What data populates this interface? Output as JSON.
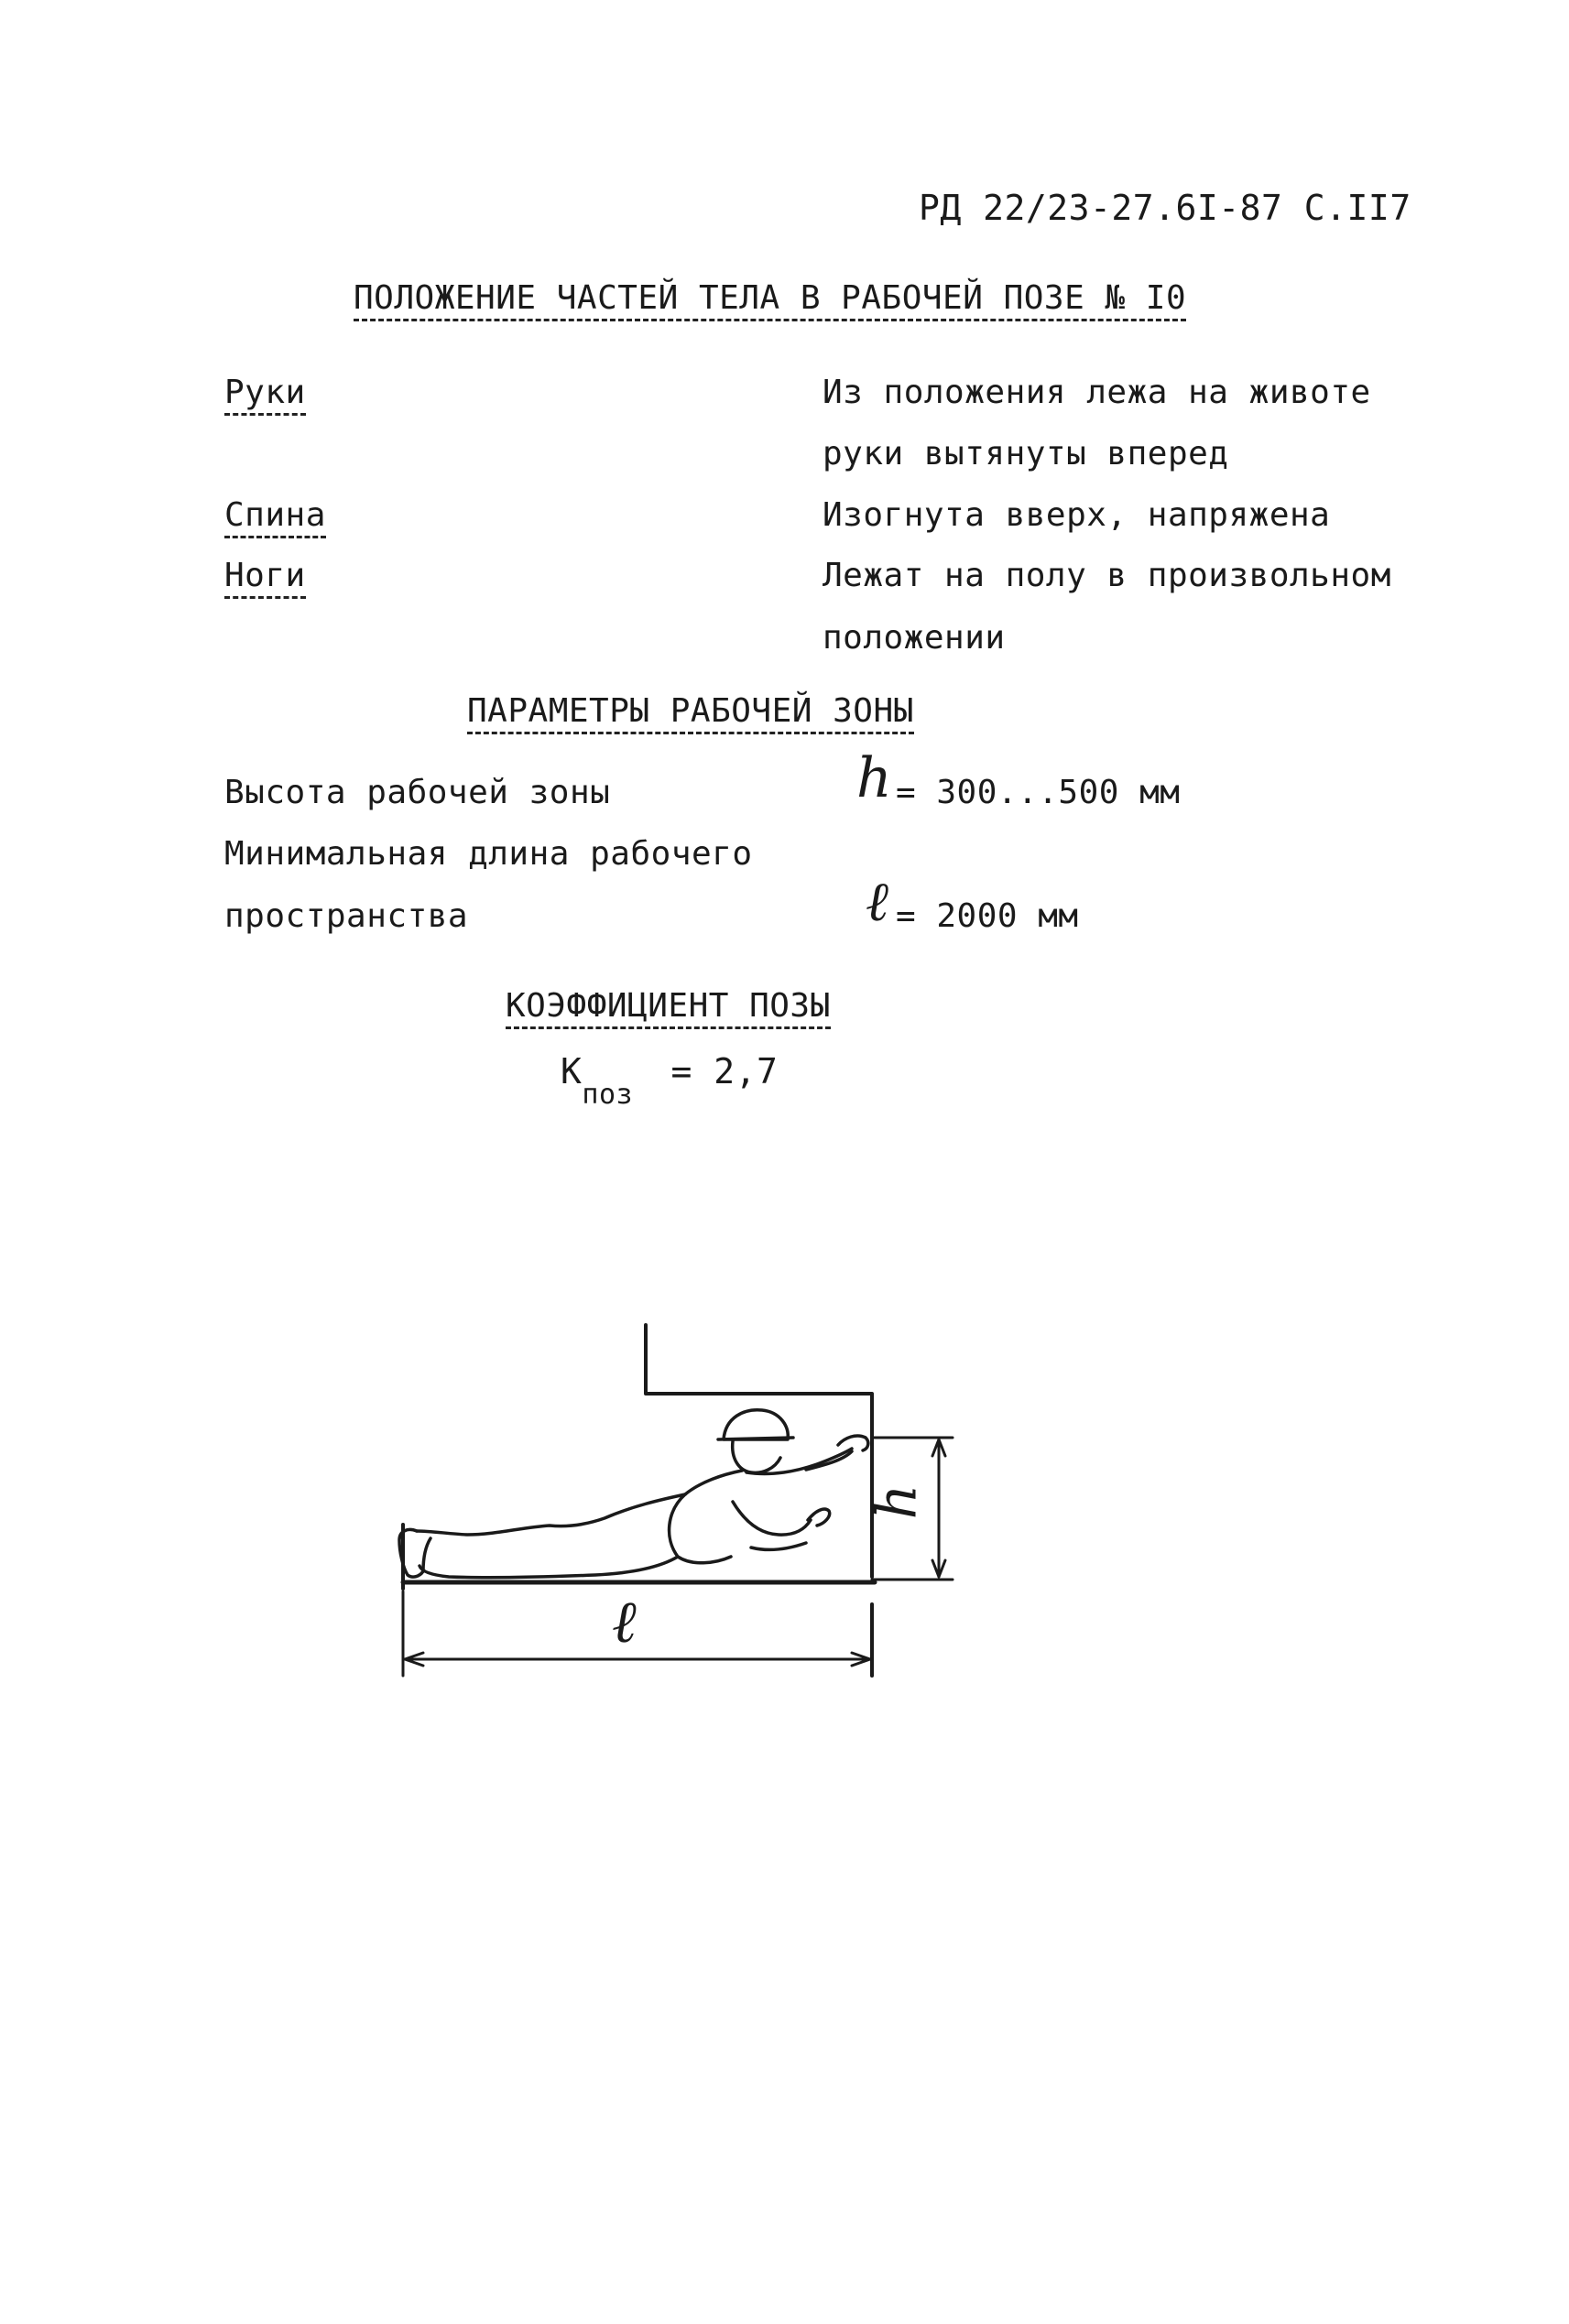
{
  "header": {
    "doc_ref": "РД 22/23-27.6I-87 С.II7"
  },
  "section1": {
    "title": "ПОЛОЖЕНИЕ ЧАСТЕЙ ТЕЛА В РАБОЧЕЙ ПОЗЕ № I0",
    "rows": [
      {
        "label": "Руки",
        "value_lines": [
          "Из положения лежа на животе",
          "руки вытянуты вперед"
        ]
      },
      {
        "label": "Спина",
        "value_lines": [
          "Изогнута вверх, напряжена"
        ]
      },
      {
        "label": "Ноги",
        "value_lines": [
          "Лежат на полу в произвольном",
          "положении"
        ]
      }
    ]
  },
  "section2": {
    "title": "ПАРАМЕТРЫ РАБОЧЕЙ ЗОНЫ",
    "params": [
      {
        "label_lines": [
          "Высота рабочей зоны"
        ],
        "symbol": "h",
        "value": "= 300...500 мм"
      },
      {
        "label_lines": [
          "Минимальная длина рабочего",
          "пространства"
        ],
        "symbol": "ℓ",
        "value": "= 2000 мм"
      }
    ]
  },
  "section3": {
    "title": "КОЭФФИЦИЕНТ ПОЗЫ",
    "k_symbol": "К",
    "k_sub": "поз",
    "k_value": "= 2,7"
  },
  "figure": {
    "label_h": "h",
    "label_l": "ℓ"
  }
}
